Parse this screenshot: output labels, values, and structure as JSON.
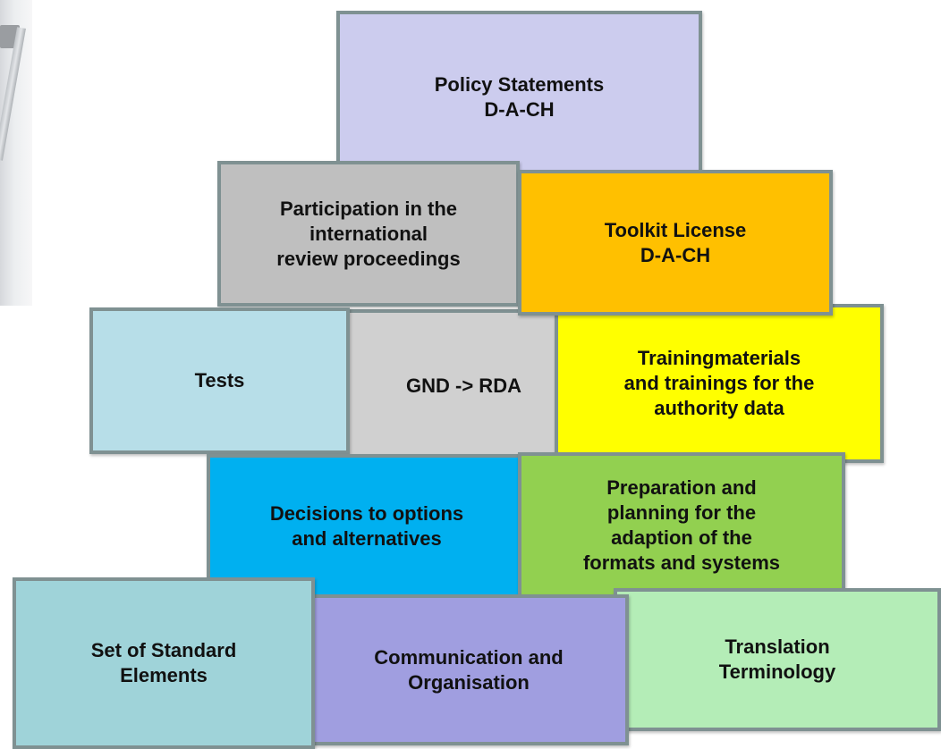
{
  "blocks": {
    "policy": "Policy Statements\nD-A-CH",
    "participation": "Participation in the\ninternational\nreview proceedings",
    "toolkit": "Toolkit License\nD-A-CH",
    "tests": "Tests",
    "gnd": "GND -> RDA",
    "training": "Trainingmaterials\nand trainings for the\nauthority data",
    "decisions": "Decisions to options\nand alternatives",
    "preparation": "Preparation and\nplanning for the\nadaption of the\nformats and systems",
    "standard": "Set of Standard\nElements",
    "communication": "Communication and\nOrganisation",
    "translation": "Translation\nTerminology"
  },
  "colors": {
    "policy": "#ccccee",
    "participation": "#bfbfbf",
    "toolkit": "#ffc000",
    "tests": "#b7dee8",
    "gnd": "#d0d0d0",
    "training": "#ffff00",
    "decisions": "#00b0f0",
    "preparation": "#92d050",
    "standard": "#9fd3d9",
    "communication": "#a09ee0",
    "translation": "#b4edb7"
  }
}
